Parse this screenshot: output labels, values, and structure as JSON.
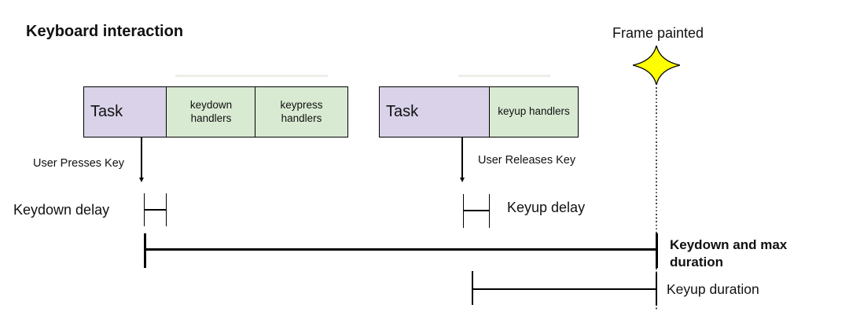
{
  "title": "Keyboard interaction",
  "frame_marker": {
    "label": "Frame painted",
    "icon": "sparkle-star-icon",
    "star_color": "#ffff00"
  },
  "task_groups": [
    {
      "task_label": "Task",
      "handlers": [
        {
          "label": "keydown\nhandlers"
        },
        {
          "label": "keypress\nhandlers"
        }
      ]
    },
    {
      "task_label": "Task",
      "handlers": [
        {
          "label": "keyup handlers"
        }
      ]
    }
  ],
  "events": [
    {
      "label": "User Presses Key"
    },
    {
      "label": "User Releases Key"
    }
  ],
  "intervals": [
    {
      "label": "Keydown delay"
    },
    {
      "label": "Keyup delay"
    },
    {
      "label": "Keydown and max\nduration",
      "style": "bold"
    },
    {
      "label": "Keyup duration"
    }
  ],
  "colors": {
    "task_fill": "#d9d2e9",
    "handler_fill": "#d9ead3",
    "star_fill": "#ffff00",
    "stroke": "#000000"
  }
}
